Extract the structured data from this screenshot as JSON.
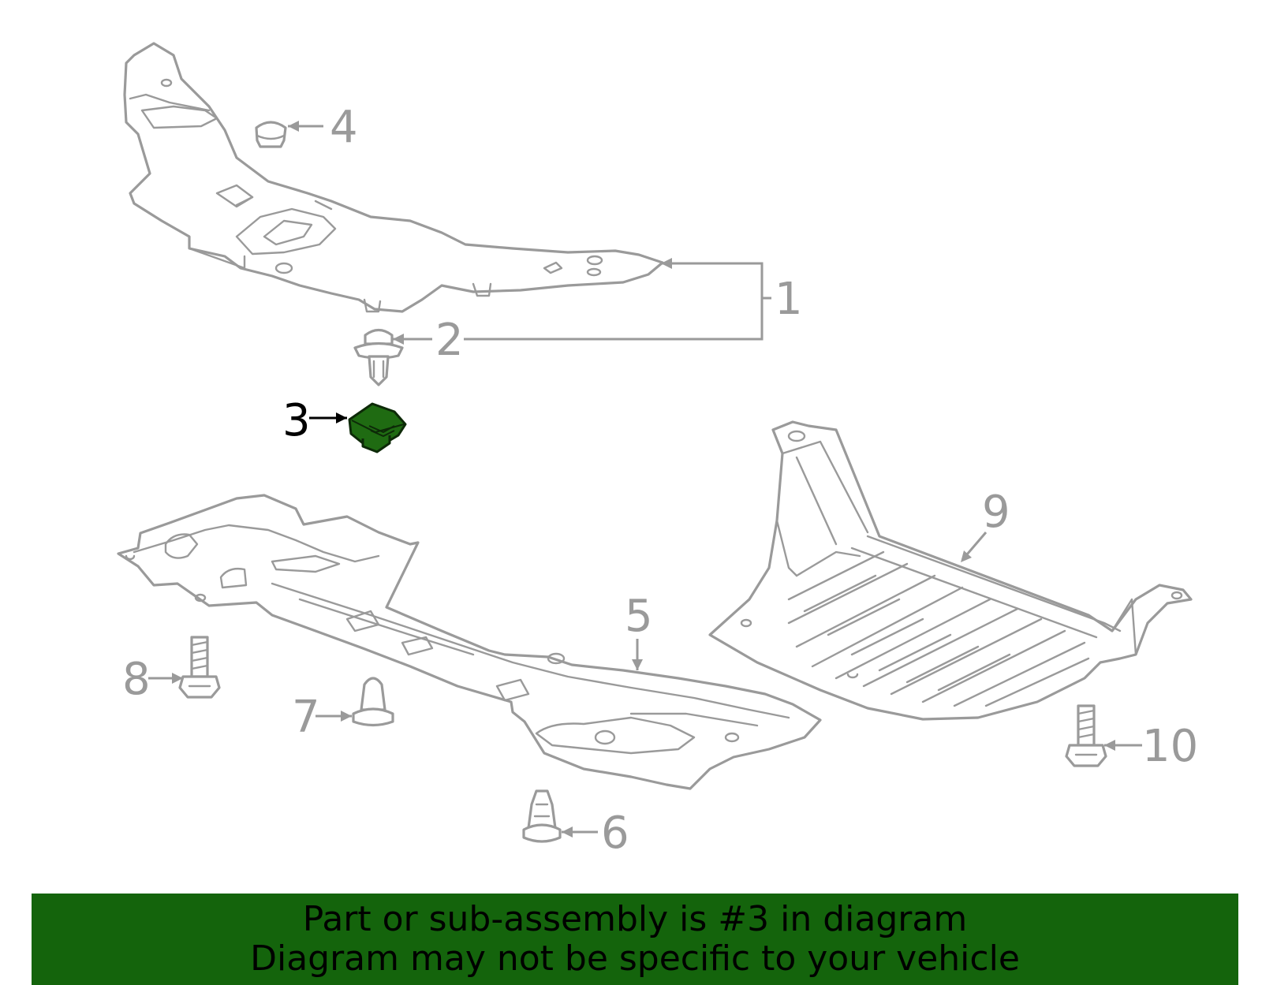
{
  "callouts": {
    "c1": "1",
    "c2": "2",
    "c3": "3",
    "c4": "4",
    "c5": "5",
    "c6": "6",
    "c7": "7",
    "c8": "8",
    "c9": "9",
    "c10": "10"
  },
  "highlighted_part": "3",
  "colors": {
    "highlight": "#1f6b12",
    "banner": "#14640c",
    "line_art": "#9a9a9a"
  },
  "banner": {
    "line1": "Part or sub-assembly is #3 in diagram",
    "line2": "Diagram may not be specific to your vehicle"
  }
}
